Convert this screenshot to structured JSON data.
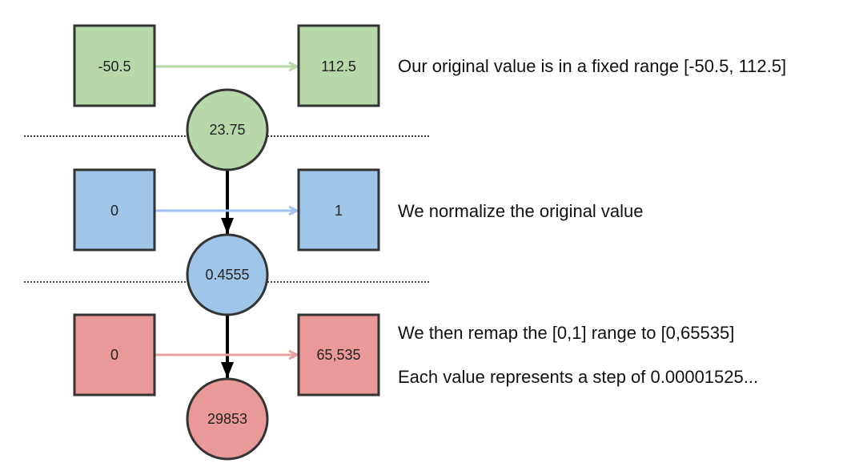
{
  "colors": {
    "green_fill": "#b7d8a8",
    "blue_fill": "#9fc5e8",
    "red_fill": "#ea9999",
    "green_arrow": "#b6d7a8",
    "blue_arrow": "#a4c2f4",
    "red_arrow": "#e6a0a0",
    "stroke": "#333333"
  },
  "rows": [
    {
      "left_box": "-50.5",
      "right_box": "112.5",
      "circle_value": "23.75",
      "description": "Our original value is in a fixed range [-50.5, 112.5]"
    },
    {
      "left_box": "0",
      "right_box": "1",
      "circle_value": "0.4555",
      "description": "We normalize the original value"
    },
    {
      "left_box": "0",
      "right_box": "65,535",
      "circle_value": "29853",
      "description": "We then remap the [0,1] range to [0,65535]",
      "note": "Each value represents a step of 0.00001525..."
    }
  ]
}
